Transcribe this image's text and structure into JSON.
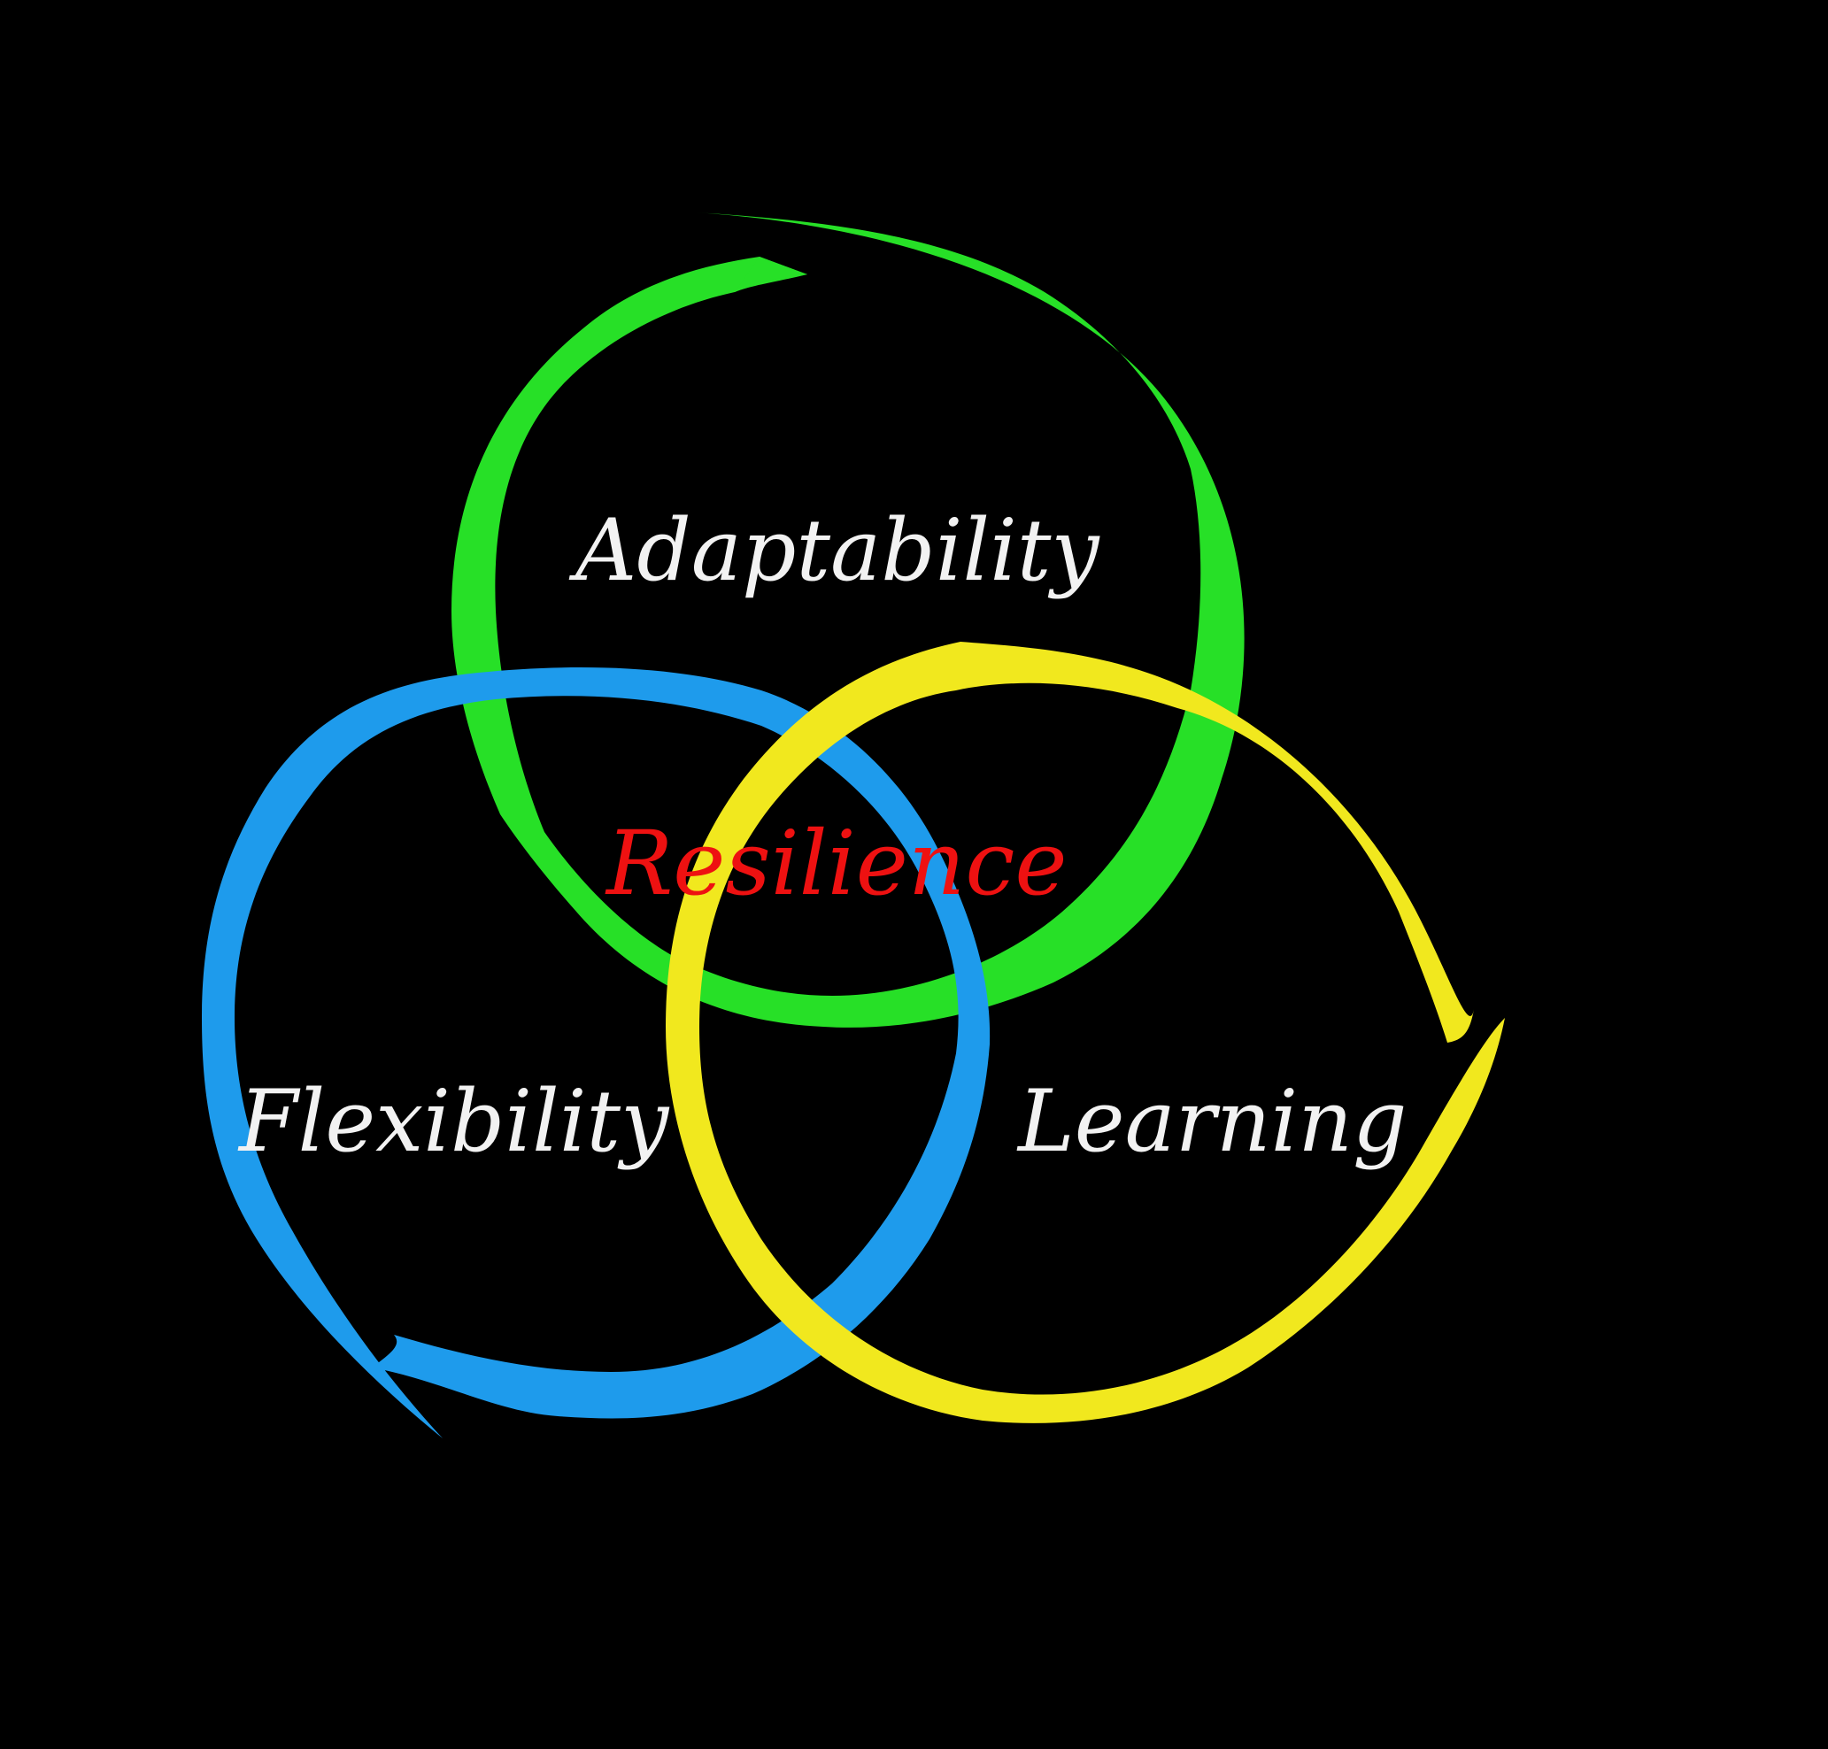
{
  "diagram": {
    "background_color": "#000000",
    "rings": [
      {
        "id": "adaptability",
        "label": "Adaptability",
        "color": "#27e027"
      },
      {
        "id": "flexibility",
        "label": "Flexibility",
        "color": "#1e9bec"
      },
      {
        "id": "learning",
        "label": "Learning",
        "color": "#f1e81e"
      }
    ],
    "center": {
      "label": "Resilience",
      "color": "#ee1111"
    },
    "label_color": "#f2f2f2"
  }
}
